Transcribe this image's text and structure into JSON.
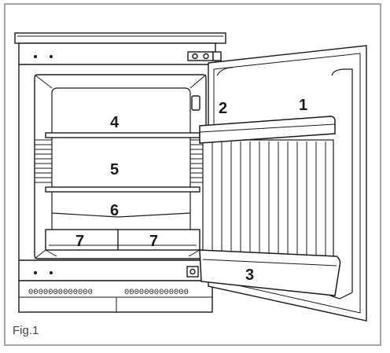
{
  "figure": {
    "caption": "Fig.1",
    "callouts": {
      "n1": "1",
      "n2": "2",
      "n3": "3",
      "n4": "4",
      "n5": "5",
      "n6": "6",
      "n7a": "7",
      "n7b": "7"
    },
    "grille_left": "0000000000000",
    "grille_right": "0000000000000"
  }
}
